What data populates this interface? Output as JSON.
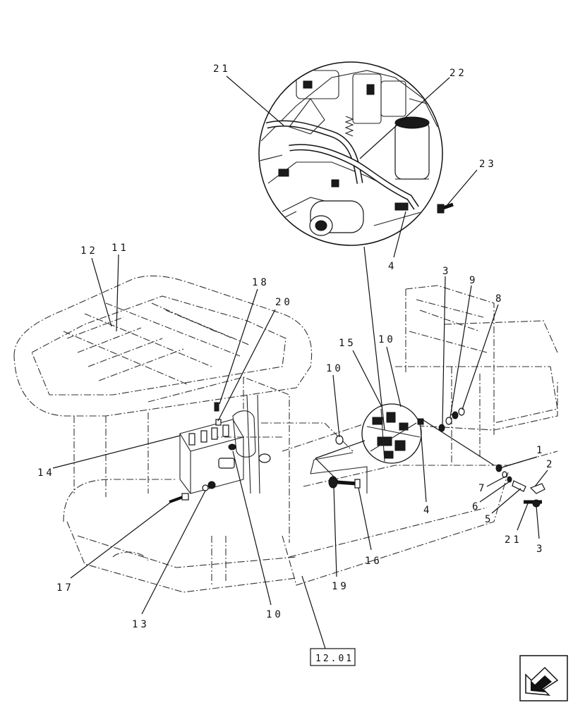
{
  "callouts": [
    {
      "id": "c21a",
      "text": "21"
    },
    {
      "id": "c22",
      "text": "22"
    },
    {
      "id": "c23",
      "text": "23"
    },
    {
      "id": "c4a",
      "text": "4"
    },
    {
      "id": "c12",
      "text": "12"
    },
    {
      "id": "c11",
      "text": "11"
    },
    {
      "id": "c18",
      "text": "18"
    },
    {
      "id": "c20",
      "text": "20"
    },
    {
      "id": "c3a",
      "text": "3"
    },
    {
      "id": "c9",
      "text": "9"
    },
    {
      "id": "c8",
      "text": "8"
    },
    {
      "id": "c15",
      "text": "15"
    },
    {
      "id": "c10a",
      "text": "10"
    },
    {
      "id": "c10b",
      "text": "10"
    },
    {
      "id": "c14",
      "text": "14"
    },
    {
      "id": "c1",
      "text": "1"
    },
    {
      "id": "c2",
      "text": "2"
    },
    {
      "id": "c7",
      "text": "7"
    },
    {
      "id": "c6",
      "text": "6"
    },
    {
      "id": "c5",
      "text": "5"
    },
    {
      "id": "c21b",
      "text": "21"
    },
    {
      "id": "c3b",
      "text": "3"
    },
    {
      "id": "c4b",
      "text": "4"
    },
    {
      "id": "c16",
      "text": "16"
    },
    {
      "id": "c19",
      "text": "19"
    },
    {
      "id": "c17",
      "text": "17"
    },
    {
      "id": "c13",
      "text": "13"
    },
    {
      "id": "c10c",
      "text": "10"
    }
  ],
  "reference_box": {
    "text": "12.01"
  },
  "nav_icon": "previous-page-arrow-icon"
}
